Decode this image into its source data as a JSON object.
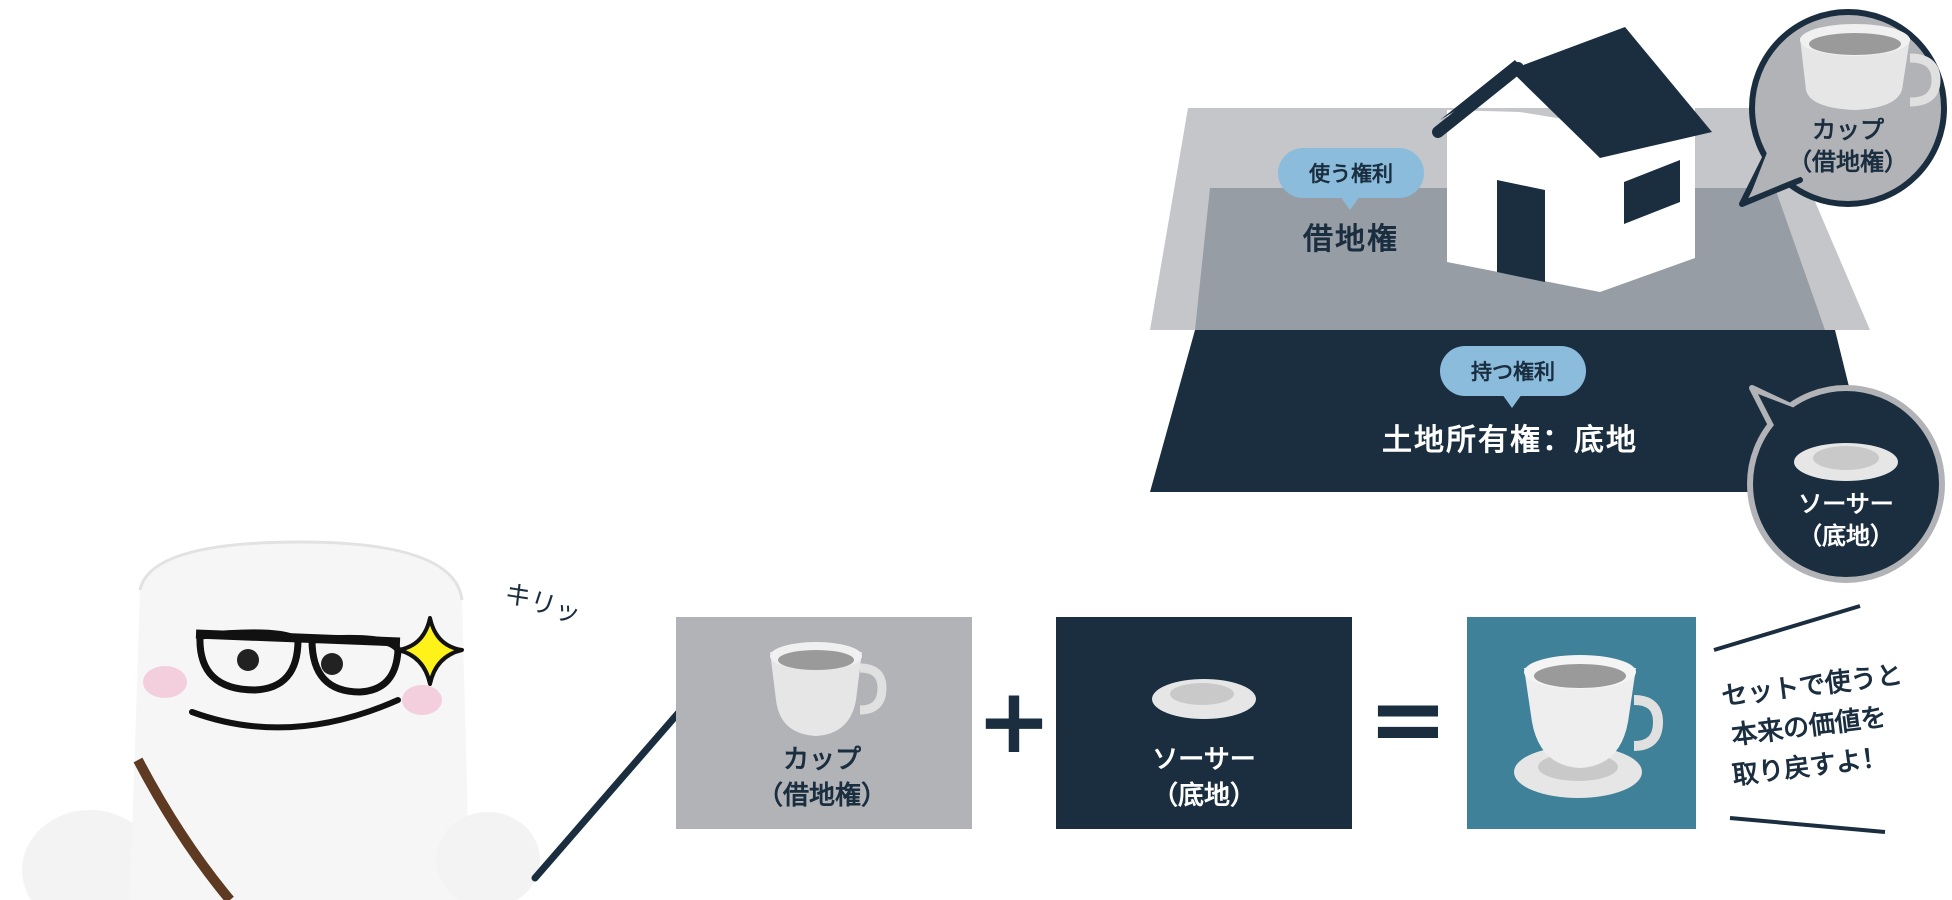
{
  "diagram": {
    "land_top": {
      "bubble": "使う権利",
      "label": "借地権"
    },
    "land_bottom": {
      "bubble": "持つ権利",
      "label": "土地所有権：底地"
    },
    "callout_cup": {
      "line1": "カップ",
      "line2": "（借地権）"
    },
    "callout_saucer": {
      "line1": "ソーサー",
      "line2": "（底地）"
    }
  },
  "character": {
    "sfx": "キリッ"
  },
  "equation": {
    "box_cup": {
      "line1": "カップ",
      "line2": "（借地権）"
    },
    "plus": "+",
    "box_saucer": {
      "line1": "ソーサー",
      "line2": "（底地）"
    },
    "equals": "=",
    "result_caption": [
      "セットで使うと",
      "本来の価値を",
      "取り戻すよ！"
    ]
  },
  "colors": {
    "navy": "#1a2e40",
    "gray_light": "#c4c6ca",
    "gray_mid": "#979da4",
    "gray_box": "#b2b3b7",
    "teal": "#3f8199",
    "bubble_blue": "#8cbcdb"
  }
}
